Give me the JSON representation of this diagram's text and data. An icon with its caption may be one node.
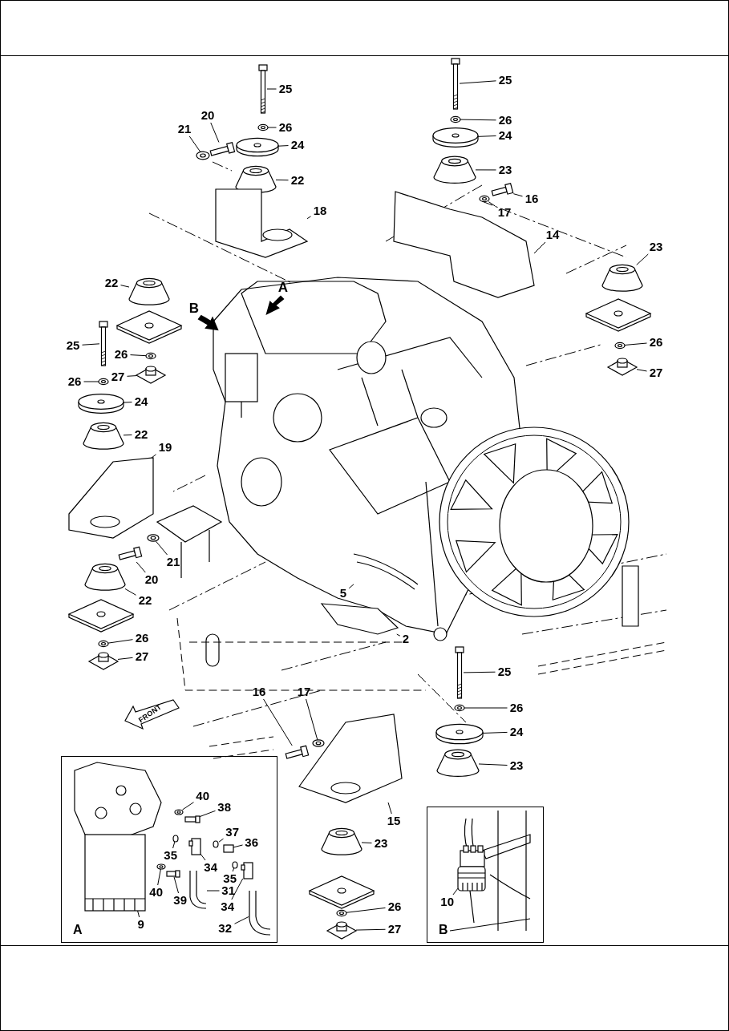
{
  "diagram": {
    "nodes": [
      {
        "text": [
          "25"
        ]
      },
      {
        "text": [
          "20"
        ]
      },
      {
        "text": [
          "26"
        ]
      },
      {
        "text": [
          "21"
        ]
      },
      {
        "text": [
          "24"
        ]
      },
      {
        "text": [
          "22"
        ]
      },
      {
        "text": [
          "18"
        ]
      },
      {
        "text": [
          "25"
        ]
      },
      {
        "text": [
          "26"
        ]
      },
      {
        "text": [
          "24"
        ]
      },
      {
        "text": [
          "23"
        ]
      },
      {
        "text": [
          "16"
        ]
      },
      {
        "text": [
          "17"
        ]
      },
      {
        "text": [
          "14"
        ]
      },
      {
        "text": [
          "23"
        ]
      },
      {
        "text": [
          "22"
        ]
      },
      {
        "text": [
          "25"
        ]
      },
      {
        "text": [
          "26"
        ]
      },
      {
        "text": [
          "26"
        ]
      },
      {
        "text": [
          "26"
        ]
      },
      {
        "text": [
          "27"
        ]
      },
      {
        "text": [
          "27"
        ]
      },
      {
        "text": [
          "24"
        ]
      },
      {
        "text": [
          "22"
        ]
      },
      {
        "text": [
          "19"
        ]
      },
      {
        "text": [
          "21"
        ]
      },
      {
        "text": [
          "20"
        ]
      },
      {
        "text": [
          "22"
        ]
      },
      {
        "text": [
          "5"
        ]
      },
      {
        "text": [
          "2"
        ]
      },
      {
        "text": [
          "26"
        ]
      },
      {
        "text": [
          "27"
        ]
      },
      {
        "text": [
          "25"
        ]
      },
      {
        "text": [
          "16"
        ]
      },
      {
        "text": [
          "17"
        ]
      },
      {
        "text": [
          "26"
        ]
      },
      {
        "text": [
          "24"
        ]
      },
      {
        "text": [
          "23"
        ]
      },
      {
        "text": [
          "15"
        ]
      },
      {
        "text": [
          "23"
        ]
      },
      {
        "text": [
          "26"
        ]
      },
      {
        "text": [
          "27"
        ]
      },
      {
        "text": [
          "A"
        ]
      },
      {
        "text": [
          "40"
        ],
        "in": 42
      },
      {
        "text": [
          "38"
        ],
        "in": 42
      },
      {
        "text": [
          "37"
        ],
        "in": 42
      },
      {
        "text": [
          "36"
        ],
        "in": 42
      },
      {
        "text": [
          "35"
        ],
        "in": 42
      },
      {
        "text": [
          "34"
        ],
        "in": 42
      },
      {
        "text": [
          "35"
        ],
        "in": 42
      },
      {
        "text": [
          "40"
        ],
        "in": 42
      },
      {
        "text": [
          "39"
        ],
        "in": 42
      },
      {
        "text": [
          "31"
        ],
        "in": 42
      },
      {
        "text": [
          "34"
        ],
        "in": 42
      },
      {
        "text": [
          "9"
        ],
        "in": 42
      },
      {
        "text": [
          "32"
        ],
        "in": 42
      },
      {
        "text": [
          "B"
        ]
      },
      {
        "text": [
          "10"
        ],
        "in": 56
      },
      {
        "text": [],
        "shape": "bar"
      },
      {
        "text": [],
        "shape": "bar"
      },
      {
        "text": [],
        "shape": "circle"
      },
      {
        "text": [],
        "shape": "circle"
      },
      {
        "text": [],
        "shape": "cylinder"
      },
      {
        "text": [],
        "shape": "cylinder"
      },
      {
        "text": [],
        "shape": "picture"
      },
      {
        "text": [],
        "shape": "bar"
      },
      {
        "text": [],
        "shape": "circle"
      },
      {
        "text": [],
        "shape": "cylinder"
      },
      {
        "text": [],
        "shape": "cylinder"
      },
      {
        "text": [],
        "shape": "bar"
      },
      {
        "text": [],
        "shape": "circle"
      },
      {
        "text": [],
        "shape": "picture"
      },
      {
        "text": [],
        "shape": "cylinder"
      },
      {
        "text": [],
        "shape": "cylinder"
      },
      {
        "text": [],
        "shape": "bar"
      },
      {
        "text": [],
        "shape": "circle"
      },
      {
        "text": [],
        "shape": "circle"
      },
      {
        "text": [],
        "shape": "circle"
      },
      {
        "text": [],
        "shape": "picture"
      },
      {
        "text": [],
        "shape": "picture"
      },
      {
        "text": [],
        "shape": "cylinder"
      },
      {
        "text": [],
        "shape": "cylinder"
      },
      {
        "text": [],
        "shape": "picture"
      },
      {
        "text": [],
        "shape": "circle"
      },
      {
        "text": [],
        "shape": "bar"
      },
      {
        "text": [],
        "shape": "cylinder"
      },
      {
        "text": [],
        "shape": "picture"
      },
      {
        "text": [],
        "shape": "picture"
      },
      {
        "text": [],
        "shape": "circle"
      },
      {
        "text": [],
        "shape": "picture"
      },
      {
        "text": [],
        "shape": "bar"
      },
      {
        "text": [],
        "shape": "bar"
      },
      {
        "text": [],
        "shape": "circle"
      },
      {
        "text": [],
        "shape": "circle"
      },
      {
        "text": [],
        "shape": "cylinder"
      },
      {
        "text": [],
        "shape": "cylinder"
      },
      {
        "text": [],
        "shape": "picture"
      },
      {
        "text": [],
        "shape": "cylinder"
      },
      {
        "text": [],
        "shape": "circle"
      },
      {
        "text": [],
        "shape": "picture"
      },
      {
        "text": [],
        "shape": "circle",
        "in": 42
      },
      {
        "text": [],
        "shape": "bar",
        "in": 42
      },
      {
        "text": [],
        "shape": "circle",
        "in": 42
      },
      {
        "text": [],
        "shape": "box",
        "in": 42
      },
      {
        "text": [],
        "shape": "circle",
        "in": 42
      },
      {
        "text": [],
        "shape": "box",
        "in": 42
      },
      {
        "text": [],
        "shape": "circle",
        "in": 42
      },
      {
        "text": [],
        "shape": "circle",
        "in": 42
      },
      {
        "text": [],
        "shape": "bar",
        "in": 42
      },
      {
        "text": [],
        "shape": "picture",
        "in": 42
      },
      {
        "text": [],
        "shape": "box",
        "in": 42
      },
      {
        "text": [],
        "shape": "picture",
        "in": 42
      },
      {
        "text": [],
        "shape": "picture",
        "in": 42
      },
      {
        "text": [],
        "shape": "picture",
        "in": 56
      }
    ],
    "edges": [
      {
        "from": 0,
        "to": 58,
        "arrow": "none"
      },
      {
        "from": 1,
        "to": 59,
        "arrow": "none"
      },
      {
        "from": 2,
        "to": 60,
        "arrow": "none"
      },
      {
        "from": 3,
        "to": 61,
        "arrow": "none"
      },
      {
        "from": 4,
        "to": 62,
        "arrow": "none"
      },
      {
        "from": 5,
        "to": 63,
        "arrow": "none"
      },
      {
        "from": 6,
        "to": 64,
        "arrow": "none"
      },
      {
        "from": 7,
        "to": 65,
        "arrow": "none"
      },
      {
        "from": 8,
        "to": 66,
        "arrow": "none"
      },
      {
        "from": 9,
        "to": 67,
        "arrow": "none"
      },
      {
        "from": 10,
        "to": 68,
        "arrow": "none"
      },
      {
        "from": 11,
        "to": 69,
        "arrow": "none"
      },
      {
        "from": 12,
        "to": 70,
        "arrow": "none"
      },
      {
        "from": 13,
        "to": 71,
        "arrow": "none"
      },
      {
        "from": 14,
        "to": 72,
        "arrow": "none"
      },
      {
        "from": 15,
        "to": 73,
        "arrow": "none"
      },
      {
        "from": 16,
        "to": 74,
        "arrow": "none"
      },
      {
        "from": 17,
        "to": 75,
        "arrow": "none"
      },
      {
        "from": 18,
        "to": 76,
        "arrow": "none"
      },
      {
        "from": 19,
        "to": 77,
        "arrow": "none"
      },
      {
        "from": 20,
        "to": 78,
        "arrow": "none"
      },
      {
        "from": 21,
        "to": 79,
        "arrow": "none"
      },
      {
        "from": 22,
        "to": 80,
        "arrow": "none"
      },
      {
        "from": 23,
        "to": 81,
        "arrow": "none"
      },
      {
        "from": 24,
        "to": 82,
        "arrow": "none"
      },
      {
        "from": 25,
        "to": 83,
        "arrow": "none"
      },
      {
        "from": 26,
        "to": 84,
        "arrow": "none"
      },
      {
        "from": 27,
        "to": 85,
        "arrow": "none"
      },
      {
        "from": 28,
        "to": 86,
        "arrow": "none"
      },
      {
        "from": 29,
        "to": 87,
        "arrow": "none"
      },
      {
        "from": 30,
        "to": 88,
        "arrow": "none"
      },
      {
        "from": 31,
        "to": 89,
        "arrow": "none"
      },
      {
        "from": 32,
        "to": 90,
        "arrow": "none"
      },
      {
        "from": 33,
        "to": 91,
        "arrow": "none"
      },
      {
        "from": 34,
        "to": 92,
        "arrow": "none"
      },
      {
        "from": 35,
        "to": 93,
        "arrow": "none"
      },
      {
        "from": 36,
        "to": 94,
        "arrow": "none"
      },
      {
        "from": 37,
        "to": 95,
        "arrow": "none"
      },
      {
        "from": 38,
        "to": 96,
        "arrow": "none"
      },
      {
        "from": 39,
        "to": 97,
        "arrow": "none"
      },
      {
        "from": 40,
        "to": 98,
        "arrow": "none"
      },
      {
        "from": 41,
        "to": 99,
        "arrow": "none"
      },
      {
        "from": 43,
        "to": 100,
        "arrow": "none"
      },
      {
        "from": 44,
        "to": 101,
        "arrow": "none"
      },
      {
        "from": 45,
        "to": 102,
        "arrow": "none"
      },
      {
        "from": 46,
        "to": 103,
        "arrow": "none"
      },
      {
        "from": 47,
        "to": 104,
        "arrow": "none"
      },
      {
        "from": 48,
        "to": 105,
        "arrow": "none"
      },
      {
        "from": 49,
        "to": 106,
        "arrow": "none"
      },
      {
        "from": 50,
        "to": 107,
        "arrow": "none"
      },
      {
        "from": 51,
        "to": 108,
        "arrow": "none"
      },
      {
        "from": 52,
        "to": 109,
        "arrow": "none"
      },
      {
        "from": 53,
        "to": 110,
        "arrow": "none"
      },
      {
        "from": 54,
        "to": 111,
        "arrow": "none"
      },
      {
        "from": 55,
        "to": 112,
        "arrow": "none"
      },
      {
        "from": 57,
        "to": 113,
        "arrow": "none"
      }
    ],
    "labels": [
      "A",
      "B",
      "FRONT"
    ]
  }
}
